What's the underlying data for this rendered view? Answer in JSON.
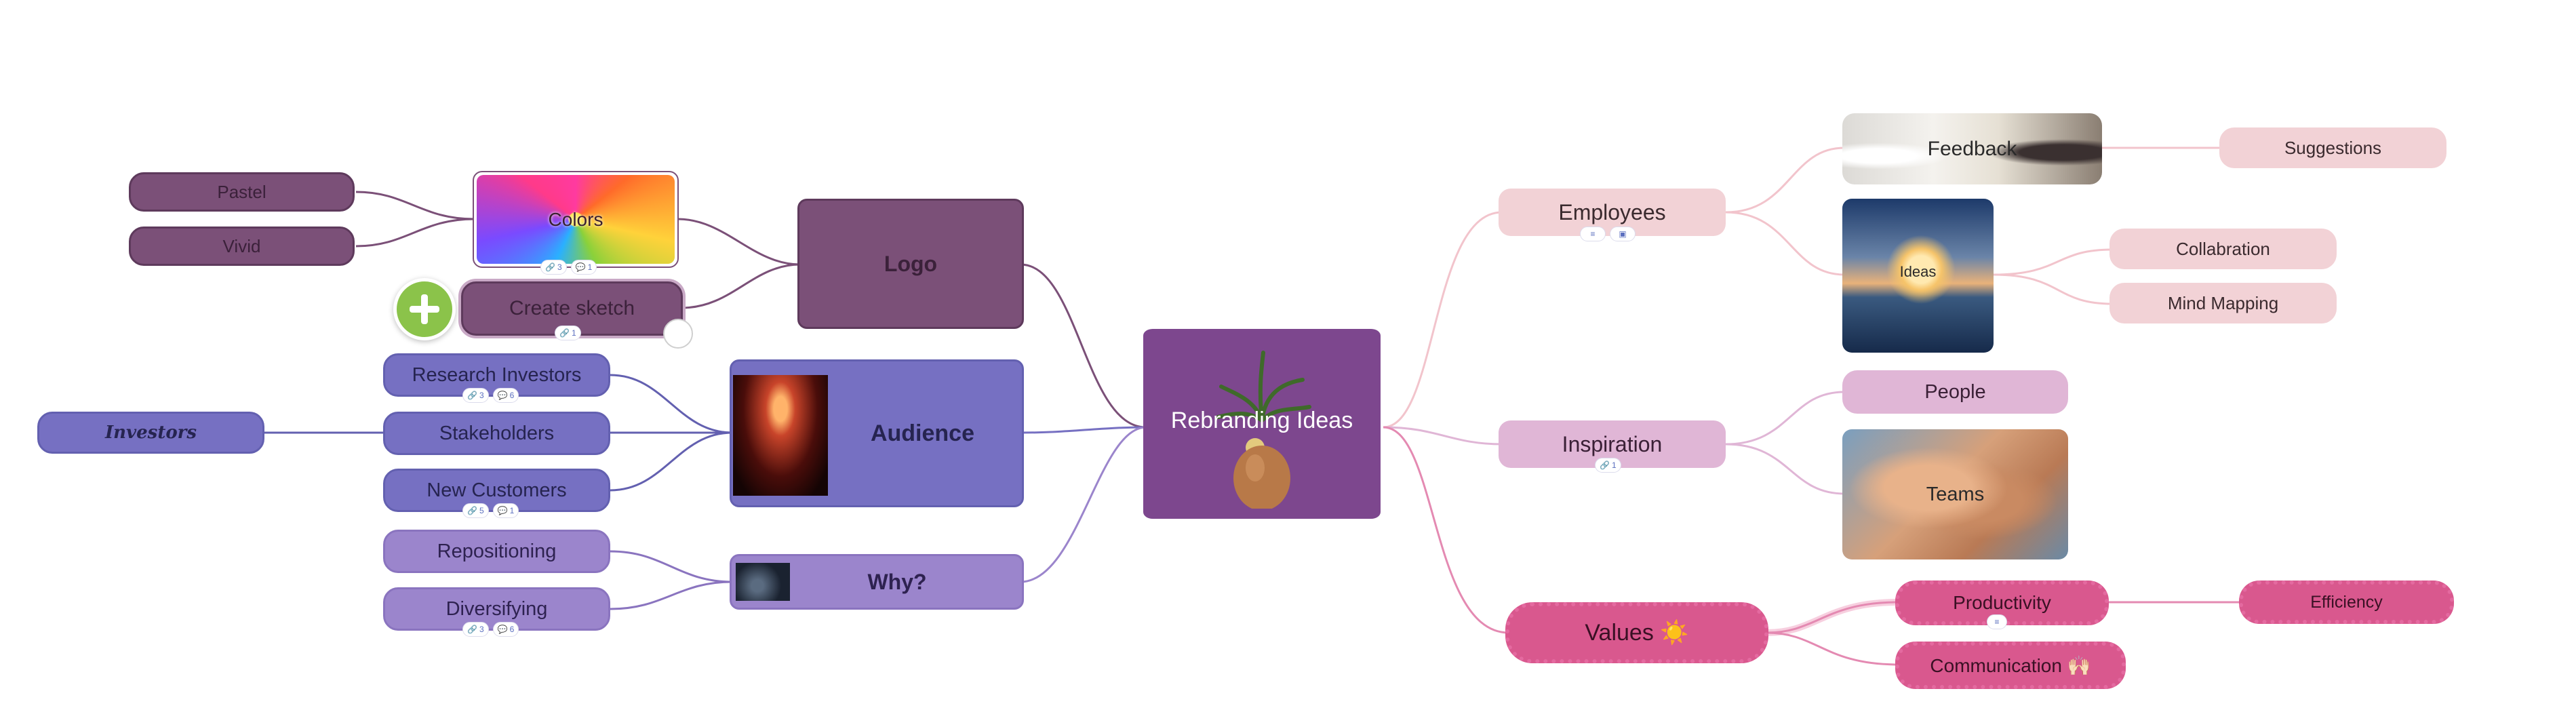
{
  "central": {
    "label": "Rebranding Ideas"
  },
  "left": {
    "logo": {
      "label": "Logo",
      "colors": {
        "label": "Colors",
        "badges": [
          "3",
          "1"
        ]
      },
      "pastel": "Pastel",
      "vivid": "Vivid",
      "create_sketch": {
        "label": "Create sketch",
        "badges": [
          "1"
        ]
      }
    },
    "audience": {
      "label": "Audience",
      "research_investors": {
        "label": "Research Investors",
        "badges": [
          "3",
          "6"
        ]
      },
      "stakeholders": "Stakeholders",
      "investors": "Investors",
      "new_customers": {
        "label": "New Customers",
        "badges": [
          "5",
          "1"
        ]
      }
    },
    "why": {
      "label": "Why?",
      "repositioning": "Repositioning",
      "diversifying": {
        "label": "Diversifying",
        "badges": [
          "3",
          "6"
        ]
      }
    }
  },
  "right": {
    "employees": {
      "label": "Employees",
      "feedback": "Feedback",
      "suggestions": "Suggestions",
      "ideas": "Ideas",
      "collaboration": "Collabration",
      "mind_mapping": "Mind Mapping"
    },
    "inspiration": {
      "label": "Inspiration",
      "badges": [
        "1"
      ],
      "people": "People",
      "teams": "Teams"
    },
    "values": {
      "label": "Values ☀️",
      "productivity": "Productivity",
      "efficiency": "Efficiency",
      "communication": "Communication 🙌🏻"
    }
  },
  "icons": {
    "add": "plus-icon",
    "attachment": "paperclip-icon",
    "comment": "comment-icon",
    "note": "note-icon"
  },
  "colors": {
    "logo_branch": "#7b5078",
    "audience_branch": "#7670c2",
    "why_branch": "#9b85cc",
    "employees_branch": "#f2d2d6",
    "inspiration_branch": "#e0b6d6",
    "values_branch": "#d9588e",
    "central": "#7d478e",
    "add_button": "#8bc34a"
  }
}
